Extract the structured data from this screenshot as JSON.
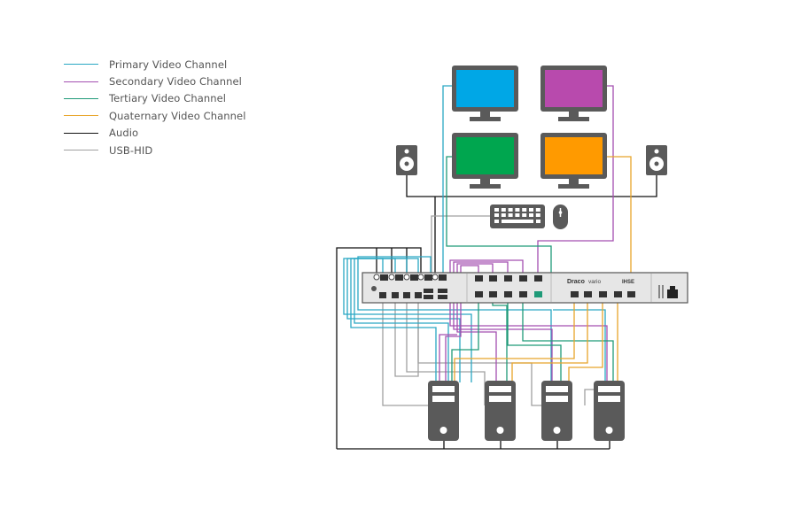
{
  "legend": [
    {
      "label": "Primary Video Channel",
      "color": "#2aa8c4",
      "key": "primary"
    },
    {
      "label": "Secondary Video Channel",
      "color": "#a34fb0",
      "key": "secondary"
    },
    {
      "label": "Tertiary Video Channel",
      "color": "#1f9a78",
      "key": "tertiary"
    },
    {
      "label": "Quaternary Video Channel",
      "color": "#e8a52a",
      "key": "quaternary"
    },
    {
      "label": "Audio",
      "color": "#111111",
      "key": "audio"
    },
    {
      "label": "USB-HID",
      "color": "#a0a0a0",
      "key": "usb"
    }
  ],
  "monitors": [
    {
      "name": "monitor-primary",
      "screen_color": "#00a7e6"
    },
    {
      "name": "monitor-secondary",
      "screen_color": "#b84aad"
    },
    {
      "name": "monitor-tertiary",
      "screen_color": "#00a64f"
    },
    {
      "name": "monitor-quaternary",
      "screen_color": "#ff9a00"
    }
  ],
  "device": {
    "brand": "Draco",
    "model": "vario",
    "manufacturer": "IHSE"
  },
  "computers_count": 4,
  "icons": [
    "speaker-icon",
    "keyboard-icon",
    "mouse-icon",
    "monitor-icon",
    "computer-tower-icon",
    "network-port-icon"
  ],
  "colors": {
    "device_body": "#e6e6e6",
    "device_border": "#555555",
    "icon_gray": "#5a5a5a"
  }
}
